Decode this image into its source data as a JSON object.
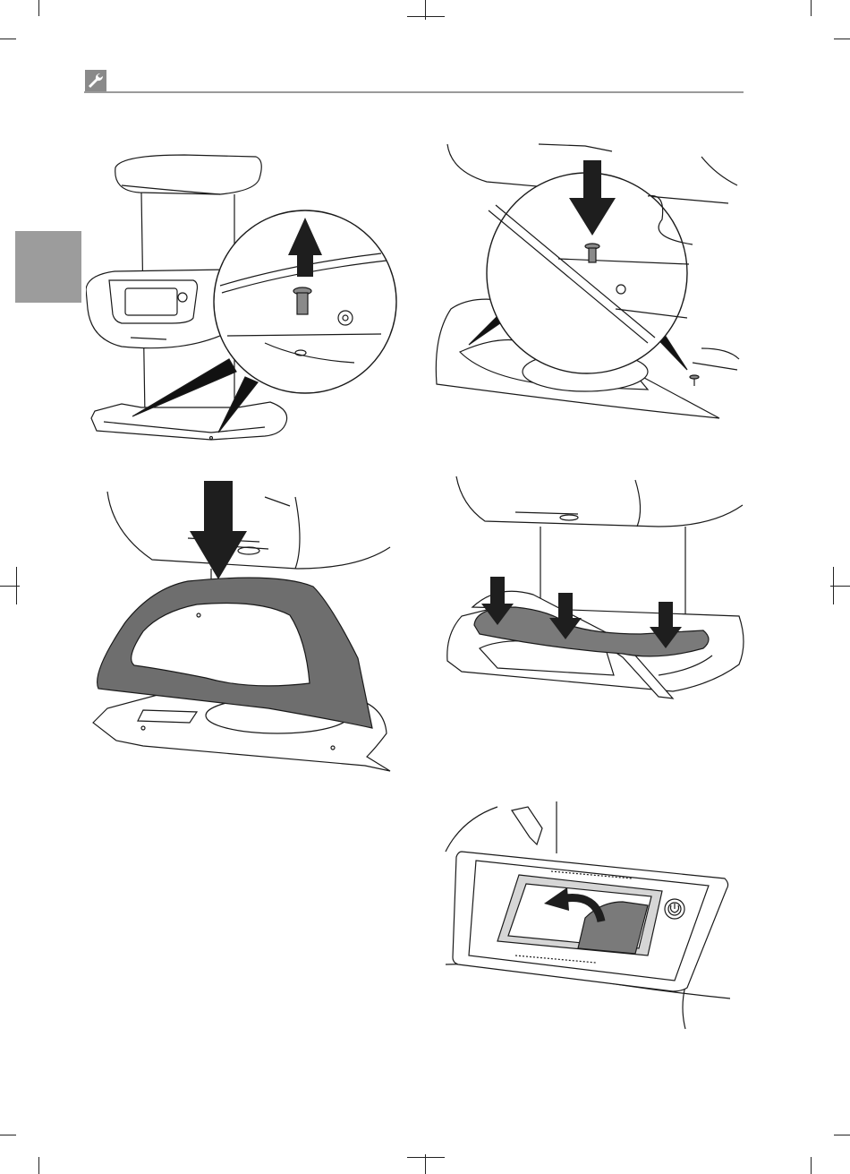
{
  "page": {
    "section_icon": "wrench-icon",
    "side_tab_color": "#9c9c9c",
    "header_rule_color": "#9a9a9a"
  },
  "figures": [
    {
      "id": "fig-1",
      "name": "remove-screw-with-zoom",
      "icons": [
        "up-arrow-icon",
        "screw-icon",
        "magnifier-circle"
      ]
    },
    {
      "id": "fig-2",
      "name": "insert-screw-with-zoom",
      "icons": [
        "down-arrow-icon",
        "screw-icon",
        "magnifier-circle"
      ]
    },
    {
      "id": "fig-3",
      "name": "lower-frame-plate",
      "icons": [
        "down-arrow-icon"
      ]
    },
    {
      "id": "fig-4",
      "name": "place-inserts",
      "icons": [
        "down-arrow-icon",
        "down-arrow-icon",
        "down-arrow-icon"
      ]
    },
    {
      "id": "fig-5",
      "name": "peel-display-film",
      "icons": [
        "curved-arrow-icon",
        "power-icon"
      ]
    }
  ],
  "colors": {
    "line": "#1a1a1a",
    "part_fill": "#6e6e6e",
    "insert_fill": "#7a7a7a",
    "film_fill": "#d6d6d6",
    "arrow": "#1e1e1e"
  }
}
